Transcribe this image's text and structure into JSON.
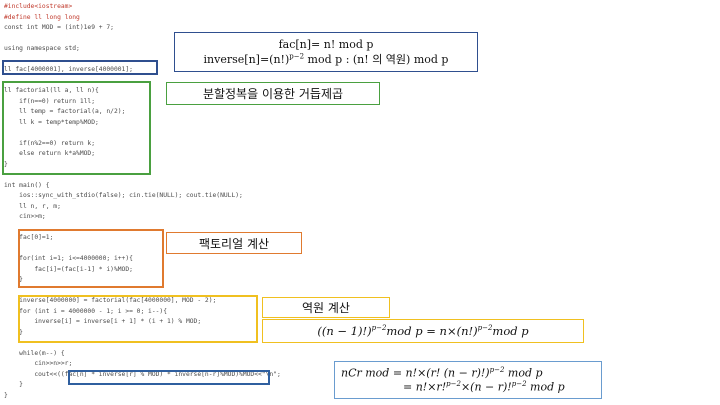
{
  "code_lines": [
    "#include<iostream>",
    "#define ll long long",
    "const int MOD = (int)1e9 + 7;",
    "",
    "using namespace std;",
    "",
    "ll fac[4000001], inverse[4000001];",
    "",
    "ll factorial(ll a, ll n){",
    "    if(n==0) return 1ll;",
    "    ll temp = factorial(a, n/2);",
    "    ll k = temp*temp%MOD;",
    "",
    "    if(n%2==0) return k;",
    "    else return k*a%MOD;",
    "}",
    "",
    "int main() {",
    "    ios::sync_with_stdio(false); cin.tie(NULL); cout.tie(NULL);",
    "    ll n, r, m;",
    "    cin>>m;",
    "",
    "    fac[0]=1;",
    "",
    "    for(int i=1; i<=4000000; i++){",
    "        fac[i]=(fac[i-1] * i)%MOD;",
    "    }",
    "",
    "    inverse[4000000] = factorial(fac[4000000], MOD - 2);",
    "    for (int i = 4000000 - 1; i >= 0; i--){",
    "        inverse[i] = inverse[i + 1] * (i + 1) % MOD;",
    "    }",
    "",
    "    while(m--) {",
    "        cin>>n>>r;",
    "        cout<<((fac[n] * inverse[r] % MOD) * inverse[n-r]%MOD)%MOD<<\"\\n\";",
    "    }",
    "}"
  ],
  "notes": {
    "fac_def": "fac[n]= n! mod p",
    "inverse_def_left": "inverse[n]=(n!)",
    "inverse_def_exp": "p−2",
    "inverse_def_mod": " mod p :  (n! ",
    "inverse_def_kr": "의 역원",
    "inverse_def_end": ") mod p",
    "divide_conquer": "분할정복을 이용한 거듭제곱",
    "factorial_calc": "팩토리얼 계산",
    "inverse_calc": "역원 계산",
    "inverse_formula_a": "((n − 1)!)",
    "inverse_formula_exp1": "p−2",
    "inverse_formula_b": "mod p = n×(n!)",
    "inverse_formula_exp2": "p−2",
    "inverse_formula_c": "mod p",
    "ncr_line1_a": "nCr mod = n!×(r! (n − r)!)",
    "ncr_line1_exp": "p−2",
    "ncr_line1_b": " mod p",
    "ncr_line2_a": "= n!×r!",
    "ncr_line2_exp1": "p−2",
    "ncr_line2_b": "×(n − r)!",
    "ncr_line2_exp2": "p−2",
    "ncr_line2_c": "  mod p"
  },
  "colors": {
    "blue": "#2f4f8f",
    "green": "#4aa040",
    "orange": "#e07a2f",
    "yellow": "#f0c020",
    "ncr_blue": "#6a9ccf",
    "bg": "#ffffff"
  }
}
